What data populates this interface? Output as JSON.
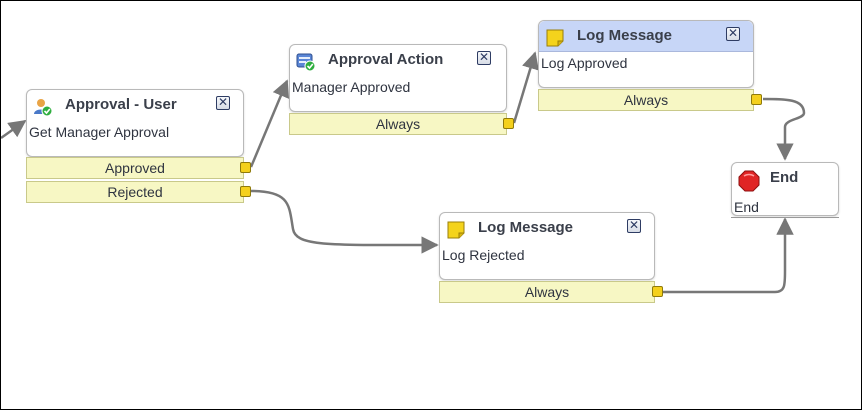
{
  "nodes": {
    "approval_user": {
      "title": "Approval - User",
      "description": "Get Manager Approval",
      "icon": "user-approval-icon",
      "outputs": [
        "Approved",
        "Rejected"
      ]
    },
    "approval_action": {
      "title": "Approval Action",
      "description": "Manager Approved",
      "icon": "approval-action-icon",
      "outputs": [
        "Always"
      ]
    },
    "log_approved": {
      "title": "Log Message",
      "description": "Log Approved",
      "icon": "sticky-note-icon",
      "outputs": [
        "Always"
      ],
      "selected": true
    },
    "log_rejected": {
      "title": "Log Message",
      "description": "Log Rejected",
      "icon": "sticky-note-icon",
      "outputs": [
        "Always"
      ]
    },
    "end": {
      "title": "End",
      "description": "End",
      "icon": "stop-icon"
    }
  },
  "close_glyph": "✕",
  "colors": {
    "selected_header": "#c7d6f7",
    "output_fill": "#f7f7c4",
    "port": "#f4d01c",
    "wire": "#777777",
    "end_icon": "#e02424"
  }
}
